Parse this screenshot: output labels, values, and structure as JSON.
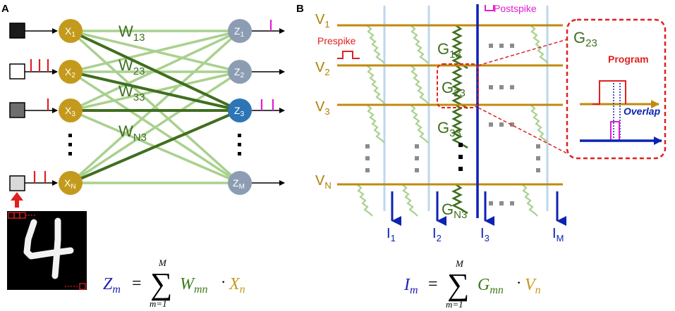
{
  "panels": {
    "a_label": "A",
    "b_label": "B"
  },
  "panel_a": {
    "inputs": [
      {
        "id": "x1",
        "main": "X",
        "sub": "1"
      },
      {
        "id": "x2",
        "main": "X",
        "sub": "2"
      },
      {
        "id": "x3",
        "main": "X",
        "sub": "3"
      },
      {
        "id": "xn",
        "main": "X",
        "sub": "N"
      }
    ],
    "outputs": [
      {
        "id": "z1",
        "main": "Z",
        "sub": "1"
      },
      {
        "id": "z2",
        "main": "Z",
        "sub": "2"
      },
      {
        "id": "z3",
        "main": "Z",
        "sub": "3"
      },
      {
        "id": "zm",
        "main": "Z",
        "sub": "M"
      }
    ],
    "weights": [
      {
        "main": "W",
        "sub": "13"
      },
      {
        "main": "W",
        "sub": "23"
      },
      {
        "main": "W",
        "sub": "33"
      },
      {
        "main": "W",
        "sub": "N3"
      }
    ],
    "ellipsis": "⋮",
    "equation": {
      "lhs_main": "Z",
      "lhs_sub": "m",
      "equals": "=",
      "sum_top": "M",
      "sum_symbol": "∑",
      "sum_bottom": "m=1",
      "w_main": "W",
      "w_sub": "mn",
      "dot": "·",
      "x_main": "X",
      "x_sub": "n"
    }
  },
  "panel_b": {
    "rows": [
      {
        "main": "V",
        "sub": "1"
      },
      {
        "main": "V",
        "sub": "2"
      },
      {
        "main": "V",
        "sub": "3"
      },
      {
        "main": "V",
        "sub": "N"
      }
    ],
    "columns": [
      {
        "main": "I",
        "sub": "1"
      },
      {
        "main": "I",
        "sub": "2"
      },
      {
        "main": "I",
        "sub": "3"
      },
      {
        "main": "I",
        "sub": "M"
      }
    ],
    "conductances": [
      {
        "main": "G",
        "sub": "13"
      },
      {
        "main": "G",
        "sub": "23"
      },
      {
        "main": "G",
        "sub": "33"
      },
      {
        "main": "G",
        "sub": "N3"
      }
    ],
    "prespike_label": "Prespike",
    "postspike_label": "Postspike",
    "inset": {
      "g_main": "G",
      "g_sub": "23",
      "program_label": "Program",
      "overlap_label": "Overlap"
    },
    "equation": {
      "lhs_main": "I",
      "lhs_sub": "m",
      "equals": "=",
      "sum_top": "M",
      "sum_symbol": "∑",
      "sum_bottom": "m=1",
      "g_main": "G",
      "g_sub": "mn",
      "dot": "·",
      "v_main": "V",
      "v_sub": "n"
    }
  },
  "colors": {
    "gold_node": "#c49a1c",
    "gold_line": "#c08a0e",
    "grey_node": "#8c9db3",
    "blue_node": "#2e75b6",
    "dark_green": "#3f6f1f",
    "light_green": "#a9d18e",
    "blue_line": "#0c22b3",
    "light_blue": "#bdd7ee",
    "red": "#e02020",
    "magenta": "#e01ed2",
    "eq_blue": "#1f1fb0",
    "eq_green": "#3d7a1a",
    "eq_gold": "#c49a1c"
  }
}
